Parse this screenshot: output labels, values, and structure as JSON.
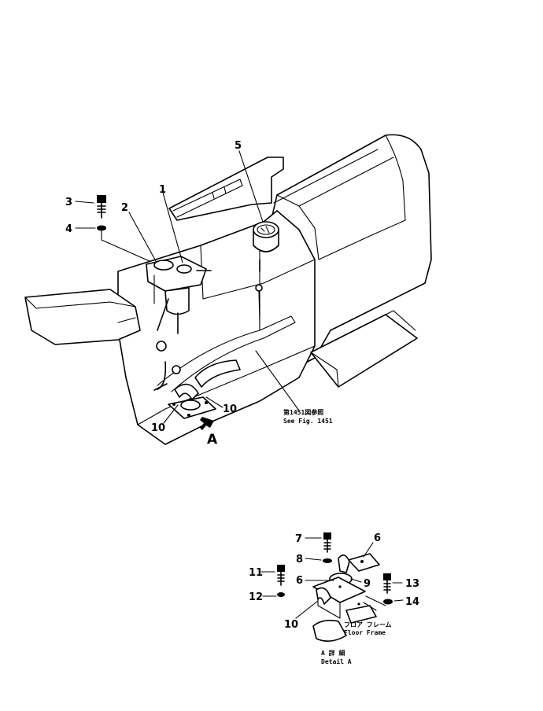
{
  "callouts": {
    "c1": "1",
    "c2": "2",
    "c3": "3",
    "c4": "4",
    "c5": "5",
    "c10a": "10",
    "c10b": "10"
  },
  "view_marker": "A",
  "reference": {
    "line1": "第1451図参照",
    "line2": "See Fig. 1451"
  },
  "detail": {
    "c6a": "6",
    "c6b": "6",
    "c7": "7",
    "c8": "8",
    "c9": "9",
    "c10": "10",
    "c11": "11",
    "c12": "12",
    "c13": "13",
    "c14": "14",
    "floor_frame_jp": "フロア フレーム",
    "floor_frame_en": "Floor Frame",
    "caption_jp": "A 詳 細",
    "caption_en": "Detail A"
  }
}
